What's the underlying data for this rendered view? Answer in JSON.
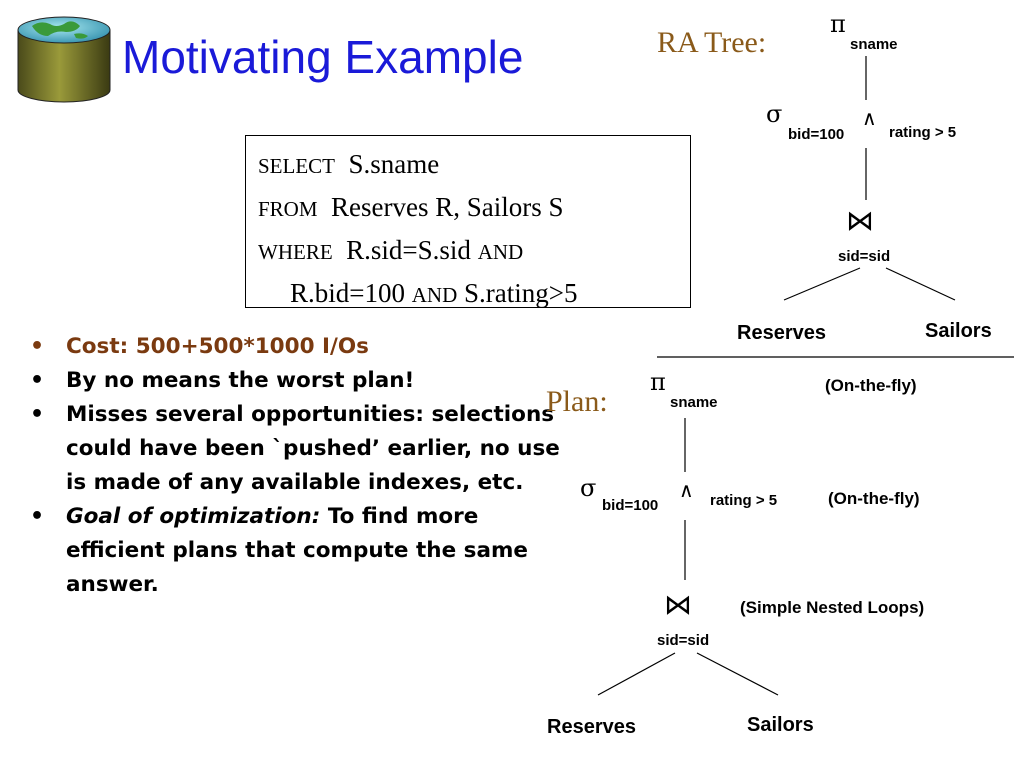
{
  "slide": {
    "title": "Motivating Example"
  },
  "sql": {
    "select_kw": "SELECT",
    "select_val": "S.sname",
    "from_kw": "FROM",
    "from_val": "Reserves R, Sailors S",
    "where_kw": "WHERE",
    "where_val": "R.sid=S.sid",
    "and_kw_1": "AND",
    "cond2": "R.bid=100",
    "and_kw_2": "AND",
    "cond3": "S.rating>5"
  },
  "bullets": {
    "b1": "Cost:  500+500*1000 I/Os",
    "b2": "By no means the worst plan!",
    "b3": "Misses several opportunities: selections could have been `pushed’ earlier, no use is made of any available indexes, etc.",
    "b4_italic": "Goal of optimization:",
    "b4_rest": "  To find more efficient plans that compute the same answer."
  },
  "ra_tree": {
    "label": "RA Tree:",
    "pi_symbol": "π",
    "pi_sub": "sname",
    "sigma_symbol": "σ",
    "sigma_sub": "bid=100",
    "and_symbol": "∧",
    "rating": "rating > 5",
    "join_symbol": "⋈",
    "join_sub": "sid=sid",
    "left_leaf": "Reserves",
    "right_leaf": "Sailors"
  },
  "plan": {
    "label": "Plan:",
    "pi_symbol": "π",
    "pi_sub": "sname",
    "pi_note": "(On-the-fly)",
    "sigma_symbol": "σ",
    "sigma_sub": "bid=100",
    "and_symbol": "∧",
    "rating": "rating > 5",
    "sigma_note": "(On-the-fly)",
    "join_symbol": "⋈",
    "join_sub": "sid=sid",
    "join_note": "(Simple Nested Loops)",
    "left_leaf": "Reserves",
    "right_leaf": "Sailors"
  },
  "icons": {
    "logo": "database-globe-icon"
  },
  "colors": {
    "title": "#1a1ad8",
    "cost": "#7a3a10",
    "label": "#8a5a1a"
  }
}
